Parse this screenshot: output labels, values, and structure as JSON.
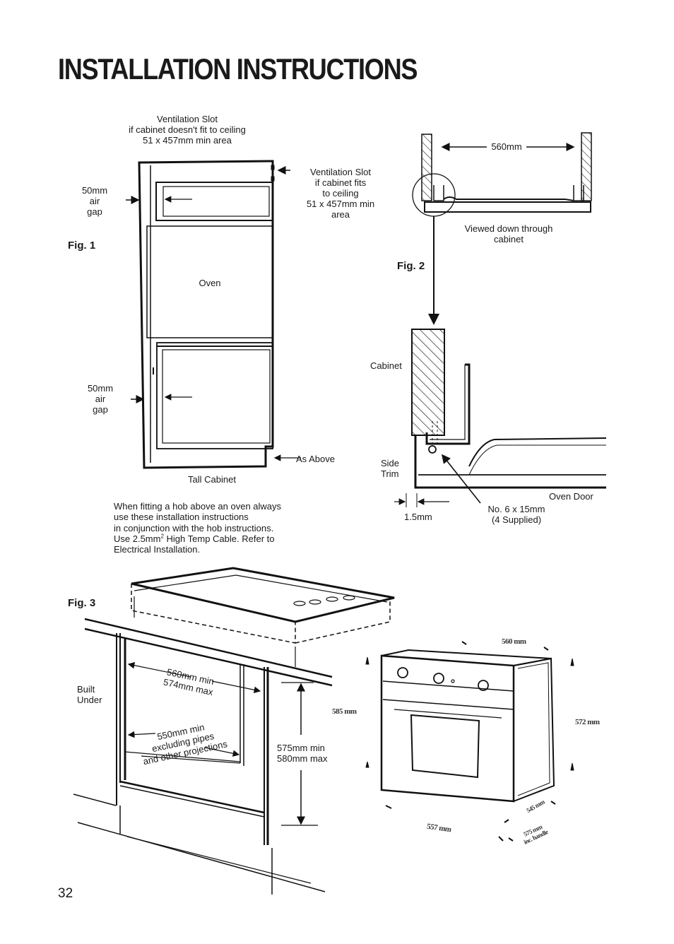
{
  "page": {
    "title": "INSTALLATION INSTRUCTIONS",
    "page_number": "32"
  },
  "fig1": {
    "label": "Fig. 1",
    "vent_top": [
      "Ventilation Slot",
      "if cabinet doesn't fit to ceiling",
      "51 x 457mm min area"
    ],
    "vent_right": [
      "Ventilation Slot",
      "if cabinet fits",
      "to ceiling",
      "51 x 457mm min",
      "area"
    ],
    "air_gap_top": [
      "50mm",
      "air",
      "gap"
    ],
    "air_gap_bottom": [
      "50mm",
      "air",
      "gap"
    ],
    "oven": "Oven",
    "as_above": "As Above",
    "tall_cabinet": "Tall Cabinet"
  },
  "fig2": {
    "label": "Fig. 2",
    "width_560": "560mm",
    "viewed": [
      "Viewed down through",
      "cabinet"
    ],
    "cabinet": "Cabinet",
    "side_trim": [
      "Side",
      "Trim"
    ],
    "oven_door": "Oven Door",
    "gap_1_5": "1.5mm",
    "screws": [
      "No. 6 x 15mm",
      "(4 Supplied)"
    ]
  },
  "note": {
    "lines": [
      "When fitting a hob above an oven always",
      "use these installation instructions",
      "in conjunction with the hob instructions."
    ],
    "cable_pre": "Use 2.5mm",
    "cable_sup": "2",
    "cable_post": " High Temp Cable. Refer to",
    "last": "Electrical Installation."
  },
  "fig3": {
    "label": "Fig. 3",
    "built_under": [
      "Built",
      "Under"
    ],
    "width_range": [
      "560mm min",
      "574mm max"
    ],
    "depth": [
      "550mm min",
      "excluding pipes",
      "and other projections"
    ],
    "height_range": [
      "575mm min",
      "580mm max"
    ],
    "dim_top": "560 mm",
    "dim_left": "585 mm",
    "dim_right": "572 mm",
    "dim_bottom": "557 mm",
    "dim_depth": "545 mm",
    "dim_depth_handle": [
      "575 mm",
      "inc. handle"
    ]
  }
}
